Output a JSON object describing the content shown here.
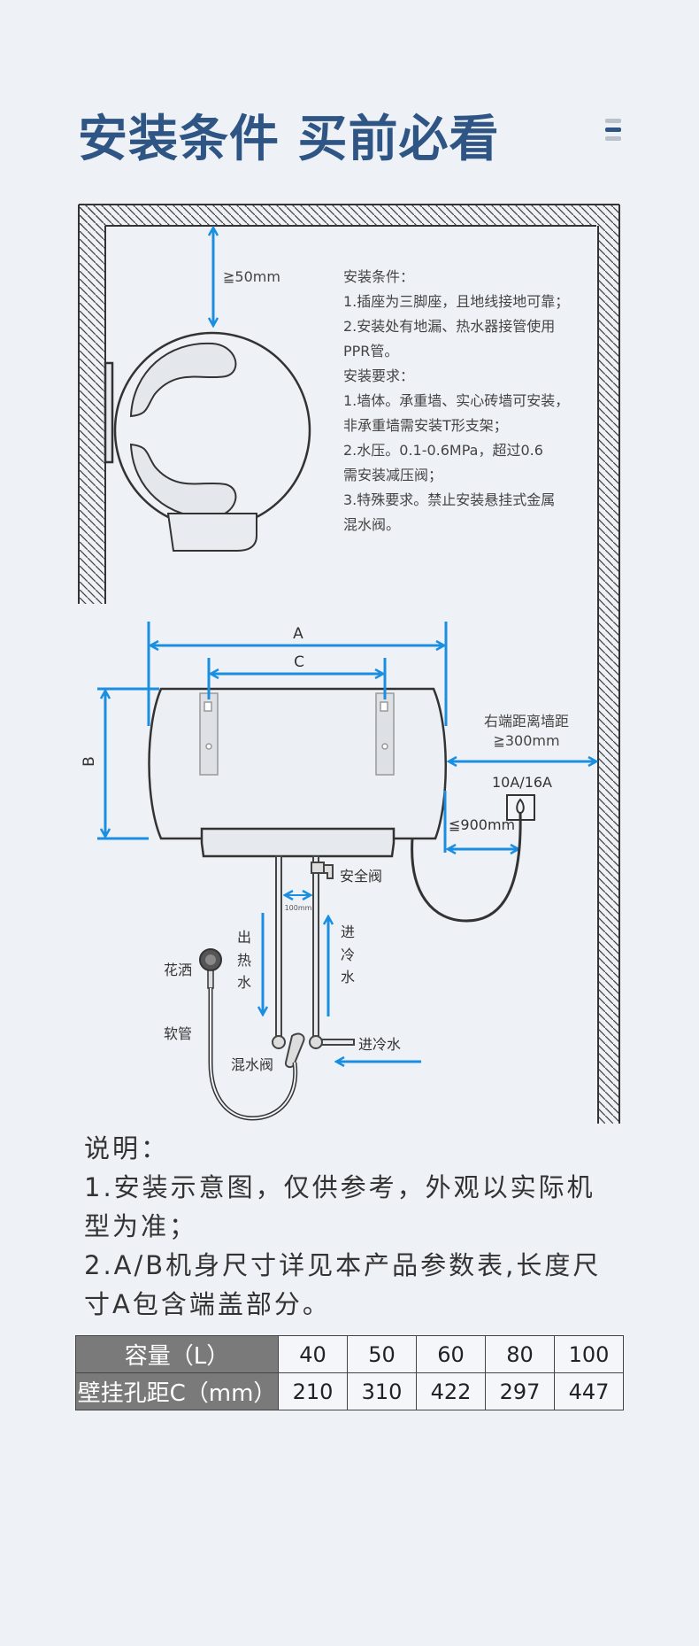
{
  "title": "安装条件 买前必看",
  "menu_icon": "menu-icon",
  "diagram": {
    "top_gap": "≧50mm",
    "conditions": [
      "安装条件：",
      "1.插座为三脚座，且地线接地可靠；",
      "2.安装处有地漏、热水器接管使用",
      "PPR管。",
      "安装要求：",
      "1.墙体。承重墙、实心砖墙可安装，",
      "非承重墙需安装T形支架；",
      "2.水压。0.1-0.6MPa，超过0.6",
      "需安装减压阀；",
      "3.特殊要求。禁止安装悬挂式金属",
      "混水阀。"
    ],
    "dim_a": "A",
    "dim_b": "B",
    "dim_c": "C",
    "right_gap_label": "右端距离墙距",
    "right_gap_value": "≧300mm",
    "socket_rating": "10A/16A",
    "socket_distance": "≦900mm",
    "safety_valve": "安全阀",
    "pipe_spacing": "100mm",
    "hot_out": [
      "出",
      "热",
      "水"
    ],
    "cold_in_vertical": [
      "进",
      "冷",
      "水"
    ],
    "shower": "花洒",
    "hose": "软管",
    "mixer": "混水阀",
    "cold_in": "进冷水",
    "accent_color": "#1a8ee0"
  },
  "notes": [
    "说明：",
    "1.安装示意图，仅供参考，外观以实际机",
    "型为准；",
    "2.A/B机身尺寸详见本产品参数表,长度尺",
    "寸A包含端盖部分。"
  ],
  "table": {
    "row1_header": "容量（L）",
    "row1": [
      "40",
      "50",
      "60",
      "80",
      "100"
    ],
    "row2_header": "壁挂孔距C（mm）",
    "row2": [
      "210",
      "310",
      "422",
      "297",
      "447"
    ]
  }
}
